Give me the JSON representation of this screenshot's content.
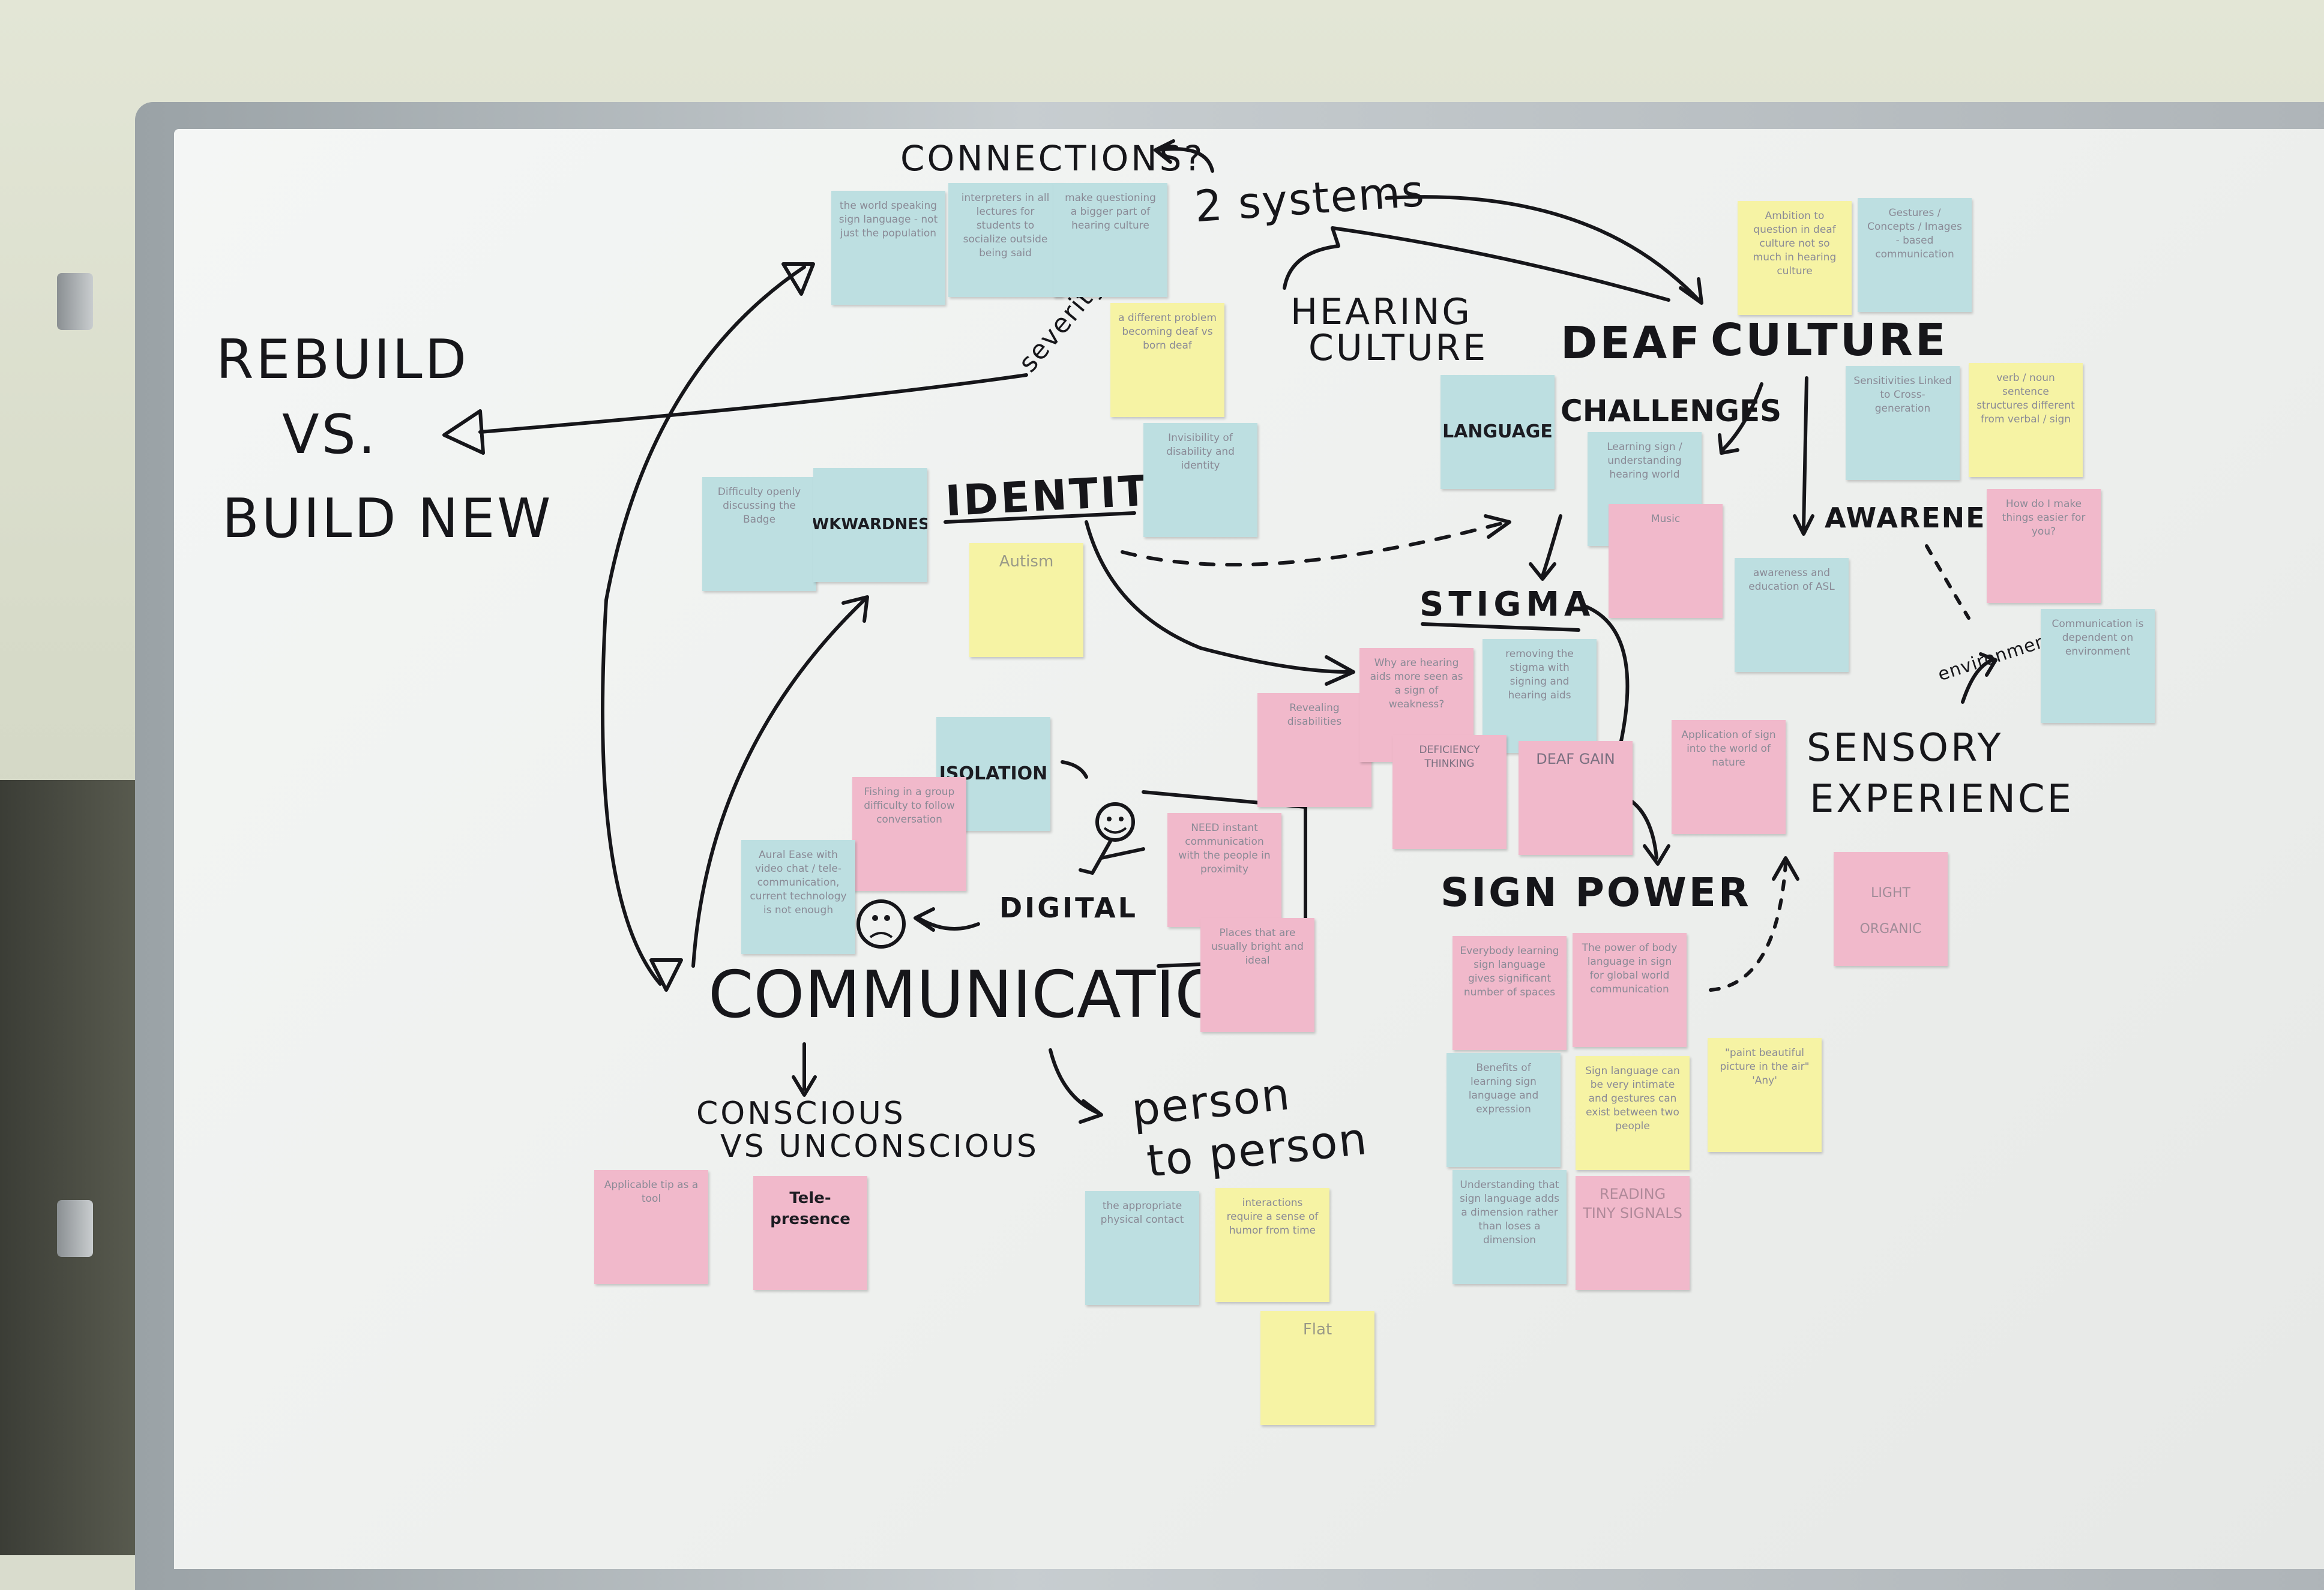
{
  "labels": {
    "connections": "CONNECTIONS?",
    "two_systems": "2 systems",
    "rebuild": "REBUILD",
    "vs": "VS.",
    "build_new": "BUILD NEW",
    "severity": "severity",
    "hearing": "HEARING",
    "culture_left": "CULTURE",
    "deaf": "DEAF",
    "culture": "CULTURE",
    "challenges": "CHALLENGES",
    "identity": "IDENTITY",
    "awareness": "AWARENESS",
    "stigma": "STIGMA",
    "environment": "environment",
    "sensory": "SENSORY",
    "experience": "EXPERIENCE",
    "digital": "DIGITAL",
    "sign_power": "SIGN POWER",
    "communication": "COMMUNICATION",
    "conscious": "CONSCIOUS",
    "vs_unconscious": "VS UNCONSCIOUS",
    "person": "person",
    "to_person": "to person"
  },
  "notes": {
    "n1": "the world speaking sign language - not just the population",
    "n2": "interpreters in all lectures for students to socialize outside being said",
    "n3": "make questioning a bigger part of hearing culture",
    "n4": "a different problem becoming deaf vs born deaf",
    "n5": "Ambition to question in deaf culture not so much in hearing culture",
    "n6": "Gestures / Concepts / Images - based communication",
    "language": "LANGUAGE",
    "n8": "Sensitivities Linked to Cross-generation",
    "n9": "verb / noun sentence structures different from verbal / sign",
    "n10": "Learning sign / understanding hearing world",
    "n11": "Music",
    "n12": "Difficulty openly discussing the Badge",
    "awkwardness": "AWKWARDNESS",
    "n14": "Invisibility of disability and identity",
    "autism": "Autism",
    "n16": "awareness and education of ASL",
    "n17": "How do I make things easier for you?",
    "n18": "Revealing disabilities",
    "n19": "Why are hearing aids more seen as a sign of weakness?",
    "n20": "removing the stigma with signing and hearing aids",
    "n21": "Communication is dependent on environment",
    "isolation": "ISOLATION",
    "deficiency": "DEFICIENCY THINKING",
    "deaf_gain": "DEAF GAIN",
    "n25": "Application of sign into the world of nature",
    "n26": "Fishing in a group difficulty to follow conversation",
    "n27": "Aural Ease with video chat / tele-communication, current technology is not enough",
    "n28": "NEED instant communication with the people in proximity",
    "n29": "Places that are usually bright and ideal",
    "light": "LIGHT",
    "organic": "ORGANIC",
    "n31": "Everybody learning sign language gives significant number of spaces",
    "n32": "The power of body language in sign for global world communication",
    "n33": "Benefits of learning sign language and expression",
    "n34": "Sign language can be very intimate and gestures can exist between two people",
    "n35": "\"paint beautiful picture in the air\" 'Any'",
    "n36": "Understanding that sign language adds a dimension rather than loses a dimension",
    "reading": "READING TINY SIGNALS",
    "n38": "Applicable tip as a tool",
    "telepresence": "Tele-presence",
    "n40": "the appropriate physical contact",
    "n41": "interactions require a sense of humor from time",
    "flat": "Flat"
  },
  "colors": {
    "yellow_note": "#f6f3a4",
    "blue_note": "#bddfe1",
    "pink_note": "#f1b9cb",
    "marker": "#16161a",
    "board": "#f1f3f2"
  }
}
